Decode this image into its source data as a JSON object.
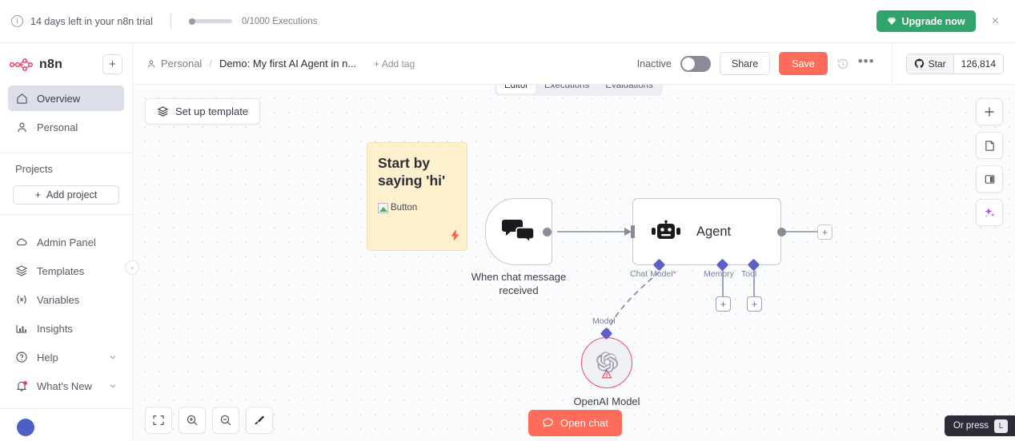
{
  "banner": {
    "info_icon": "info-icon",
    "trial_text": "14 days left in your n8n trial",
    "executions_text": "0/1000 Executions",
    "upgrade_label": "Upgrade now",
    "upgrade_color": "#30a46c",
    "close_label": "×"
  },
  "sidebar": {
    "brand": "n8n",
    "add_button_label": "+",
    "items": [
      {
        "label": "Overview",
        "icon": "home-icon"
      },
      {
        "label": "Personal",
        "icon": "person-icon"
      }
    ],
    "projects_title": "Projects",
    "add_project_label": "Add project",
    "bottom_items": [
      {
        "label": "Admin Panel",
        "icon": "cloud-icon"
      },
      {
        "label": "Templates",
        "icon": "templates-icon"
      },
      {
        "label": "Variables",
        "icon": "variables-icon"
      },
      {
        "label": "Insights",
        "icon": "insights-icon"
      },
      {
        "label": "Help",
        "icon": "help-icon"
      },
      {
        "label": "What's New",
        "icon": "bell-icon"
      }
    ]
  },
  "header": {
    "breadcrumb_project": "Personal",
    "breadcrumb_separator": "/",
    "workflow_name": "Demo: My first AI Agent in n...",
    "add_tag_label": "+ Add tag",
    "active_state_label": "Inactive",
    "share_label": "Share",
    "save_label": "Save",
    "save_color": "#ff6d5a",
    "more_label": "•••",
    "star_label": "Star",
    "star_count": "126,814"
  },
  "tabs": [
    {
      "label": "Editor",
      "active": true
    },
    {
      "label": "Executions",
      "active": false
    },
    {
      "label": "Evaluations",
      "active": false
    }
  ],
  "canvas": {
    "setup_template_label": "Set up template",
    "sticky_note": {
      "title": "Start by saying 'hi'",
      "image_alt": "Button",
      "background": "#fdf0cd"
    },
    "nodes": [
      {
        "id": "trigger",
        "caption_line1": "When chat message",
        "caption_line2": "received",
        "icon": "chat-bubbles-icon"
      },
      {
        "id": "agent",
        "label": "Agent",
        "icon": "robot-icon"
      },
      {
        "id": "openai",
        "caption": "OpenAI Model",
        "icon": "openai-icon",
        "status": "error",
        "border_color": "#e8506a"
      }
    ],
    "agent_sub_connectors": [
      {
        "label": "Chat Model",
        "required": true,
        "required_mark": "*"
      },
      {
        "label": "Memory",
        "required": false
      },
      {
        "label": "Tool",
        "required": false
      }
    ],
    "model_connector_label": "Model",
    "add_node_label": "+",
    "zoom_controls": [
      {
        "icon": "fit-view-icon"
      },
      {
        "icon": "zoom-in-icon"
      },
      {
        "icon": "zoom-out-icon"
      },
      {
        "icon": "reset-zoom-icon"
      }
    ],
    "right_controls": [
      {
        "icon": "plus-icon"
      },
      {
        "icon": "sticky-note-icon"
      },
      {
        "icon": "panel-icon"
      },
      {
        "icon": "ai-sparkle-icon",
        "color": "#a855f7"
      }
    ],
    "open_chat_label": "Open chat",
    "open_chat_color": "#ff6d5a",
    "keyboard_tip": {
      "text": "Or press",
      "key": "L"
    }
  }
}
